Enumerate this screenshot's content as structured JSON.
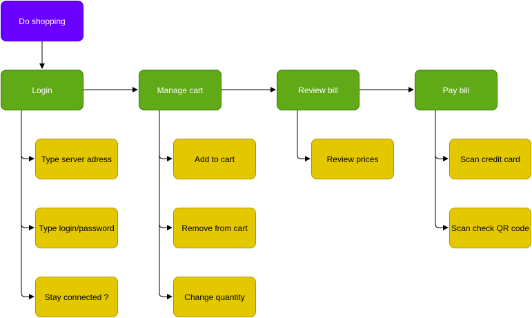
{
  "root": {
    "label": "Do shopping"
  },
  "steps": [
    {
      "label": "Login",
      "tasks": [
        "Type server adress",
        "Type login/password",
        "Stay connected ?"
      ]
    },
    {
      "label": "Manage cart",
      "tasks": [
        "Add to cart",
        "Remove from cart",
        "Change quantity"
      ]
    },
    {
      "label": "Review bill",
      "tasks": [
        "Review prices"
      ]
    },
    {
      "label": "Pay bill",
      "tasks": [
        "Scan credit card",
        "Scan check QR code"
      ]
    }
  ],
  "colors": {
    "root_fill": "#6a00ff",
    "step_fill": "#60a917",
    "task_fill": "#e3c800",
    "edge": "#000000"
  }
}
